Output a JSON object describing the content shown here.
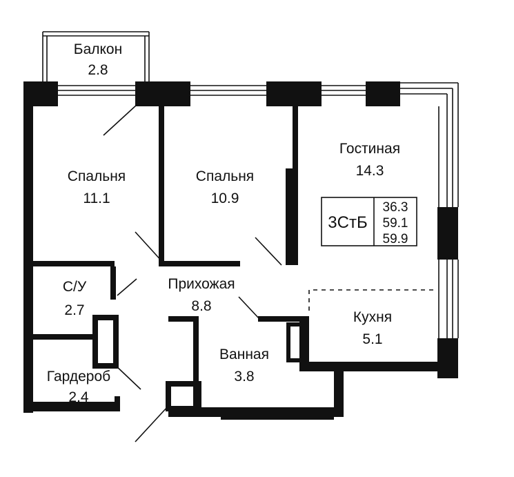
{
  "plan": {
    "rooms": [
      {
        "id": "balcony",
        "name": "Балкон",
        "area": "2.8"
      },
      {
        "id": "bedroom-1",
        "name": "Спальня",
        "area": "11.1"
      },
      {
        "id": "bedroom-2",
        "name": "Спальня",
        "area": "10.9"
      },
      {
        "id": "living-room",
        "name": "Гостиная",
        "area": "14.3"
      },
      {
        "id": "bathroom-wc",
        "name": "С/У",
        "area": "2.7"
      },
      {
        "id": "hallway",
        "name": "Прихожая",
        "area": "8.8"
      },
      {
        "id": "kitchen",
        "name": "Кухня",
        "area": "5.1"
      },
      {
        "id": "bath",
        "name": "Ванная",
        "area": "3.8"
      },
      {
        "id": "wardrobe",
        "name": "Гардероб",
        "area": "2.4"
      }
    ],
    "badge": {
      "type": "3СтБ",
      "area_living": "36.3",
      "area_total": "59.1",
      "area_total_balcony": "59.9"
    }
  }
}
